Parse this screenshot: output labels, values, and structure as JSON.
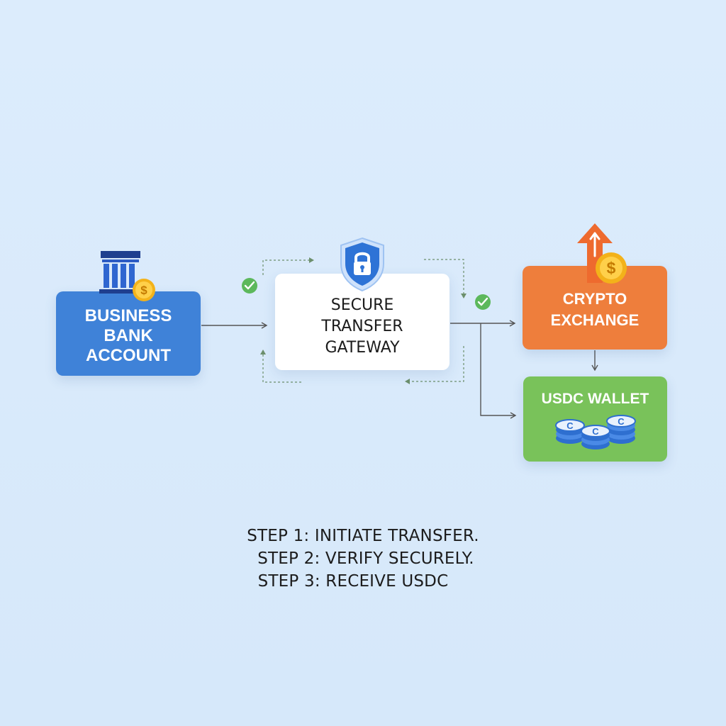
{
  "nodes": {
    "bank": {
      "label": "BUSINESS\nBANK\nACCOUNT",
      "color": "#3f82d8",
      "icon": "bank-icon",
      "badge_icon": "dollar-coin-icon"
    },
    "gateway": {
      "label": "SECURE\nTRANSFER\nGATEWAY",
      "color": "#ffffff",
      "icon": "shield-lock-icon"
    },
    "exchange": {
      "label": "CRYPTO\nEXCHANGE",
      "color": "#ee7e3c",
      "icon": "up-arrow-icon",
      "badge_icon": "dollar-coin-icon"
    },
    "wallet": {
      "label": "USDC WALLET",
      "color": "#79c25a",
      "icon": "usdc-coin-stack-icon"
    }
  },
  "steps": [
    "STEP 1: INITIATE TRANSFER.",
    "STEP 2: VERIFY SECURELY.",
    "STEP 3: RECEIVE USDC"
  ],
  "colors": {
    "background": "#dcecfc",
    "check": "#5cb85c",
    "connector": "#555555",
    "dashed": "#6c8f6c"
  }
}
